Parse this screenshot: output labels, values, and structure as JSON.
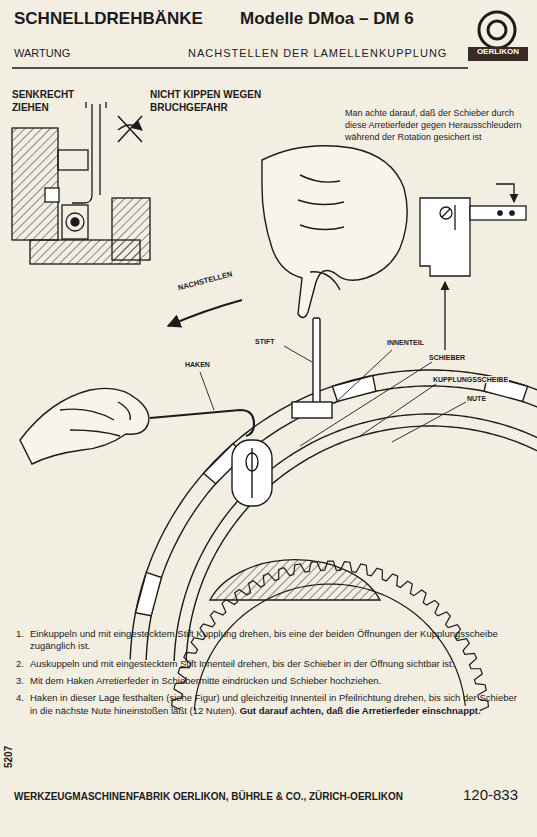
{
  "diagram": {
    "title": "SCHNELLDREHBÄNKE",
    "labels": [
      "Modelle DMoa – DM 6",
      "WARTUNG",
      "NACHSTELLEN DER LAMELLENKUPPLUNG",
      "OERLIKON",
      "SENKRECHT ZIEHEN",
      "NICHT KIPPEN WEGEN BRUCHGEFAHR",
      "Man achte darauf, daß der Schieber durch diese Arretierfeder gegen Herausschleudern während der Rotation gesichert ist",
      "NACHSTELLEN",
      "STIFT",
      "HAKEN",
      "INNENTEIL",
      "SCHIEBER",
      "KUPPLUNGSSCHEIBE",
      "NUTE",
      "1.",
      "Einkuppeln und mit eingestecktem Stift Kupplung drehen, bis eine der beiden Öffnungen der Kupplungsscheibe zugänglich ist.",
      "2.",
      "Auskuppeln und mit eingestecktem Stift Innenteil drehen, bis der Schieber in der Öffnung sichtbar ist.",
      "3.",
      "Mit dem Haken Arretierfeder in Schiebermitte eindrücken und Schieber hochziehen.",
      "4.",
      "Haken in dieser Lage festhalten (siehe Figur) und gleichzeitig Innenteil in Pfeilrichtung drehen, bis sich der Schieber in die nächste Nute hineinstoßen läßt (12 Nuten).",
      "Gut darauf achten, daß die Arretierfeder einschnappt.",
      "5207",
      "WERKZEUGMASCHINENFABRIK OERLIKON, BÜHRLE & CO., ZÜRICH-OERLIKON",
      "120-833"
    ]
  }
}
